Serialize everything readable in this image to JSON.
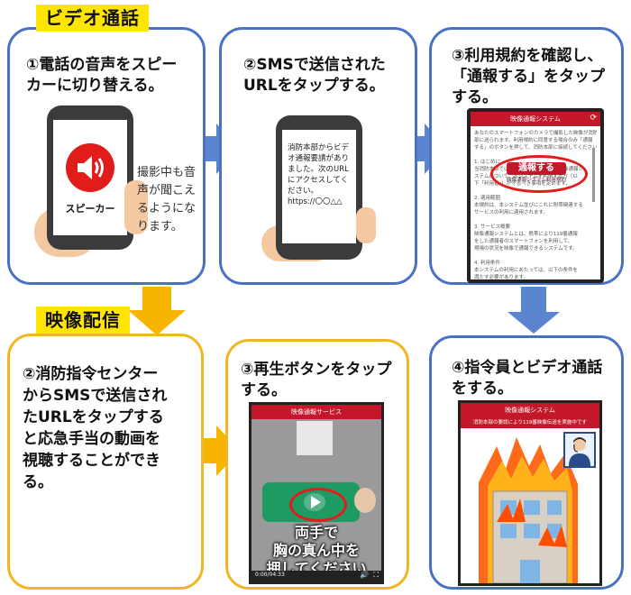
{
  "tags": {
    "video_call": "ビデオ通話",
    "video_stream": "映像配信"
  },
  "steps": {
    "step1": "①電話の音声をスピー\nカーに切り替える。",
    "step2": "②SMSで送信された\nURLをタップする。",
    "step3": "③利用規約を確認し、\n「通報する」をタップ\nする。",
    "step4": "④指令員とビデオ通話\nをする。",
    "video_step2": "②消防指令センター\nからSMSで送信され\nたURLをタップする\nと応急手当の動画を\n視聴することができ\nる。",
    "video_step3": "③再生ボタンをタップ\nする。"
  },
  "phone1": {
    "speaker_label": "スピーカー",
    "note": "撮影中も音\n声が聞こえ\nるようにな\nります。"
  },
  "phone2": {
    "sms_text": "消防本部からビデ\nオ通報要請があり\nました。次のURL\nにアクセスしてく\nださい。\nhttps://〇〇△△"
  },
  "phone3": {
    "header": "映像通報システム",
    "report_button": "通報する",
    "report_sub": "映像通報システム利用規約",
    "terms_text": "あなたのスマートフォンのカメラで撮影した映像が消防本\n部に送られます。利用規約に同意する場合のみ「通報\nする」のボタンを押して、消防本部に接続してください。\n\n1. はじめに\n当消防本部では、当消防指令管理者会映像通報シ\nステムについて、本システムを利用する方（以\n下「利用者」）が守るべき事項を定めます。\n\n2. 適用範囲\n本規約は、本システム並びにこれに附帯関連する\nサービスの利用に適用されます。\n\n3. サービス概要\n映像通報システムとは、携帯により119番通報\nをした通報者のスマートフォンを利用して、\n現場の状況を映像で通報できるシステムです。\n\n4. 利用条件\n本システムの利用にあたっては、以下の条件を\n満たす必要があります。"
  },
  "phone4": {
    "header": "映像通報システム",
    "banner": "消防本部の要請により119番映像伝送を実施中です"
  },
  "phone5": {
    "header": "映像通報サービス",
    "overlay": "両手で\n胸の真ん中を\n押してください",
    "time": "0:00/04:33"
  },
  "colors": {
    "blue_border": "#4a72c4",
    "gold_border": "#f1b722",
    "arrow_blue": "#5b86cf",
    "arrow_gold": "#f7b500",
    "tag_yellow": "#ffe600",
    "app_red": "#c4182a"
  }
}
